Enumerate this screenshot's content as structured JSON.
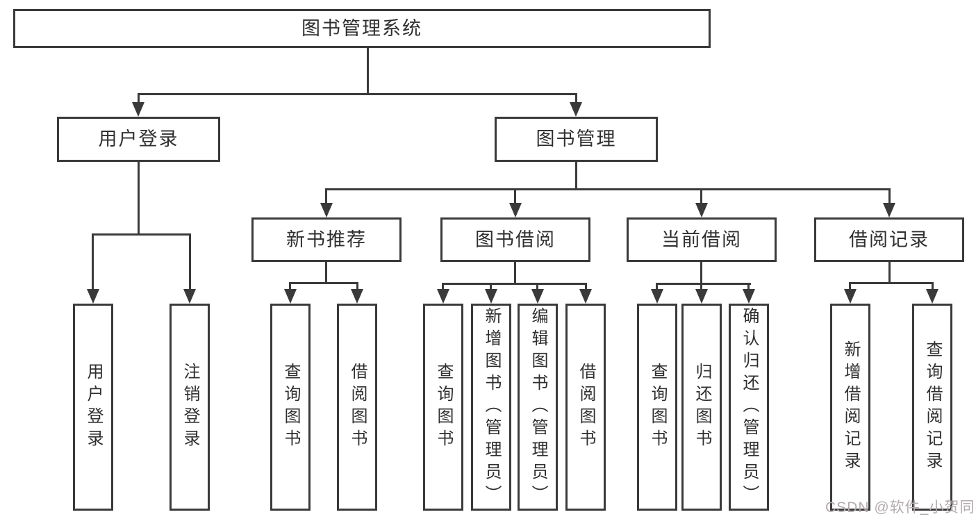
{
  "diagram": {
    "title": "图书管理系统",
    "root": {
      "label": "图书管理系统"
    },
    "level2": [
      {
        "label": "用户登录"
      },
      {
        "label": "图书管理"
      }
    ],
    "level3": [
      {
        "label": "新书推荐"
      },
      {
        "label": "图书借阅"
      },
      {
        "label": "当前借阅"
      },
      {
        "label": "借阅记录"
      }
    ],
    "leaves": {
      "user_login": [
        "用户登录",
        "注销登录"
      ],
      "new_book": [
        "查询图书",
        "借阅图书"
      ],
      "book_borrow": [
        "查询图书",
        "新增图书（管理员）",
        "编辑图书（管理员）",
        "借阅图书"
      ],
      "current_borrow": [
        "查询图书",
        "归还图书",
        "确认归还（管理员）"
      ],
      "borrow_record": [
        "新增借阅记录",
        "查询借阅记录"
      ]
    }
  },
  "watermark": "CSDN @软件_小贺同学",
  "colors": {
    "line": "#3a3a3a",
    "text": "#2f2f2f",
    "watermark": "#b3abae",
    "background": "#ffffff"
  }
}
